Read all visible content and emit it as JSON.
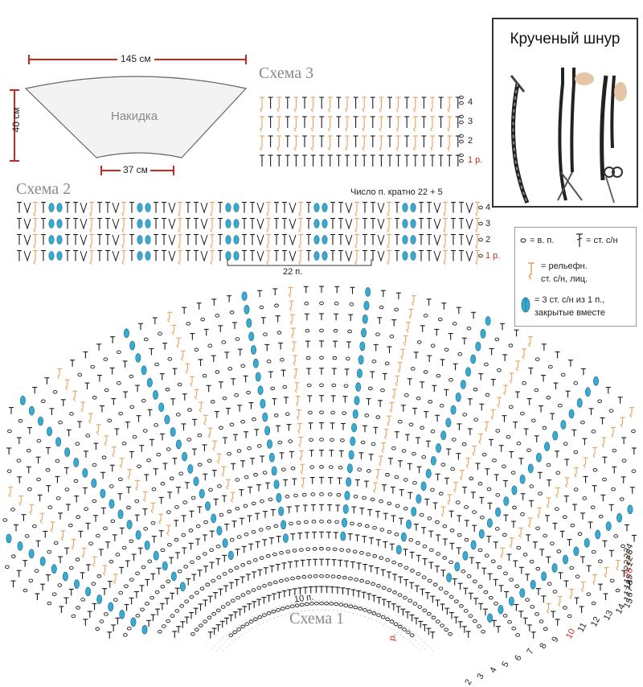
{
  "pattern": {
    "cape_label": "Накидка",
    "dim_top": "145 см",
    "dim_side": "40 см",
    "dim_bottom": "37 см"
  },
  "schema3": {
    "title": "Схема 3",
    "rows": [
      "4",
      "3",
      "2",
      "1 р."
    ]
  },
  "schema2": {
    "title": "Схема 2",
    "repeat_note": "Число п. кратно 22 + 5",
    "rows": [
      "4",
      "3",
      "2",
      "1 р."
    ],
    "repeat_label": "22 п."
  },
  "schema1": {
    "title": "Схема 1",
    "row_label_r": "р.",
    "left_row_label": "10 п.",
    "right_rows": [
      "2",
      "3",
      "4",
      "5",
      "6",
      "7",
      "8",
      "9",
      "10",
      "11",
      "12",
      "13",
      "14",
      "15",
      "16",
      "17",
      "18",
      "19",
      "20",
      "21",
      "22",
      "23",
      "24"
    ],
    "red_rows": [
      "10",
      "20"
    ]
  },
  "photo": {
    "title": "Крученый шнур"
  },
  "legend": {
    "ch": "= в. п.",
    "dc": "= ст. с/н",
    "fpdc_1": "= рельефн.",
    "fpdc_2": "ст. с/н, лиц.",
    "cluster_1": "= 3 ст. с/н из 1 п.,",
    "cluster_2": "закрытые вместе"
  },
  "colors": {
    "line": "#1a1a1a",
    "dim_red": "#c8281e",
    "relief_orange": "#e8a15a",
    "cluster_blue": "#3aaad0"
  }
}
